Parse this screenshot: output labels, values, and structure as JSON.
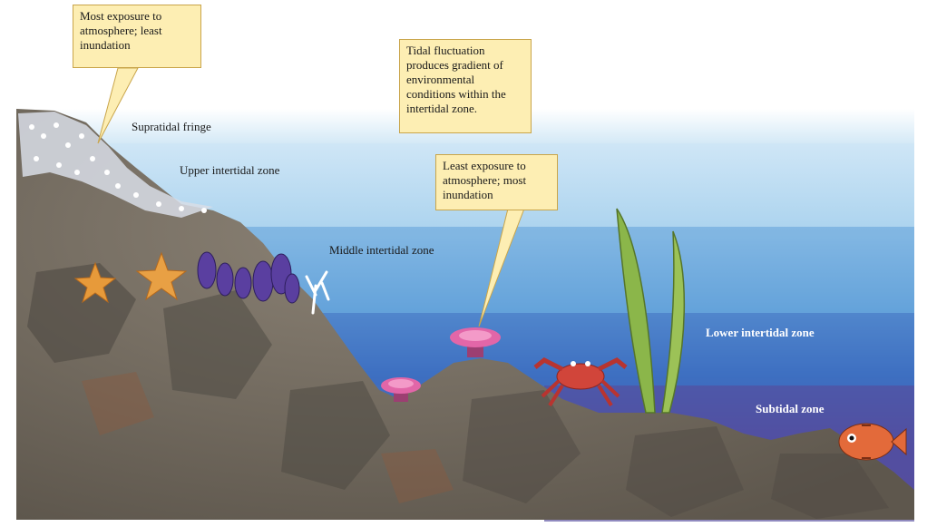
{
  "callouts": {
    "most_exposure": "Most exposure to atmosphere; least inundation",
    "tidal_fluctuation": "Tidal fluctuation produces gradient of environmental conditions within the intertidal zone.",
    "least_exposure": "Least exposure to atmosphere; most inundation"
  },
  "zones": {
    "supratidal": "Supratidal fringe",
    "upper": "Upper intertidal zone",
    "middle": "Middle intertidal zone",
    "lower": "Lower intertidal zone",
    "subtidal": "Subtidal zone"
  },
  "colors": {
    "sky_band": "#b9dcf0",
    "upper_water": "#a9d2ee",
    "middle_water": "#5e9fd6",
    "lower_water": "#3f6fc0",
    "subtidal_water": "#5a4f9e",
    "rock": "#7d7468",
    "rock_dark": "#4f4a43",
    "callout_fill": "#fdeeb3"
  },
  "organisms": [
    "sea-star",
    "mussel-cluster",
    "coral",
    "sea-anemone",
    "crab",
    "kelp",
    "fish"
  ]
}
